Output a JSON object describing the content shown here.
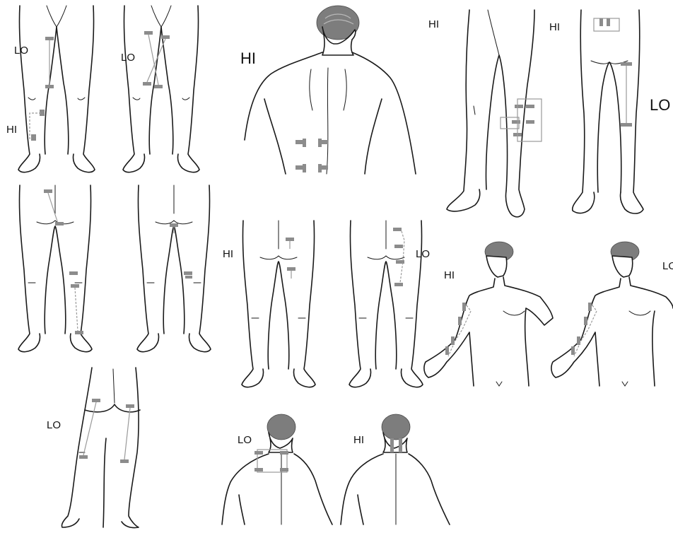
{
  "figures": [
    {
      "id": "legs-front-1",
      "labels": [
        {
          "text": "LO"
        },
        {
          "text": "HI"
        }
      ]
    },
    {
      "id": "legs-front-2",
      "labels": [
        {
          "text": "LO"
        }
      ]
    },
    {
      "id": "upper-back",
      "labels": [
        {
          "text": "HI"
        }
      ]
    },
    {
      "id": "legs-front-3",
      "labels": [
        {
          "text": "HI"
        }
      ]
    },
    {
      "id": "legs-front-4",
      "labels": [
        {
          "text": "HI"
        },
        {
          "text": "LO"
        }
      ]
    },
    {
      "id": "legs-back-1",
      "labels": []
    },
    {
      "id": "legs-back-2",
      "labels": []
    },
    {
      "id": "legs-back-3",
      "labels": [
        {
          "text": "HI"
        }
      ]
    },
    {
      "id": "legs-back-4",
      "labels": [
        {
          "text": "LO"
        }
      ]
    },
    {
      "id": "torso-arm-1",
      "labels": [
        {
          "text": "HI"
        }
      ]
    },
    {
      "id": "torso-arm-2",
      "labels": [
        {
          "text": "LO"
        }
      ]
    },
    {
      "id": "buttocks-back",
      "labels": [
        {
          "text": "LO"
        }
      ]
    },
    {
      "id": "neck-back-1",
      "labels": [
        {
          "text": "LO"
        }
      ]
    },
    {
      "id": "neck-back-2",
      "labels": [
        {
          "text": "HI"
        }
      ]
    }
  ]
}
